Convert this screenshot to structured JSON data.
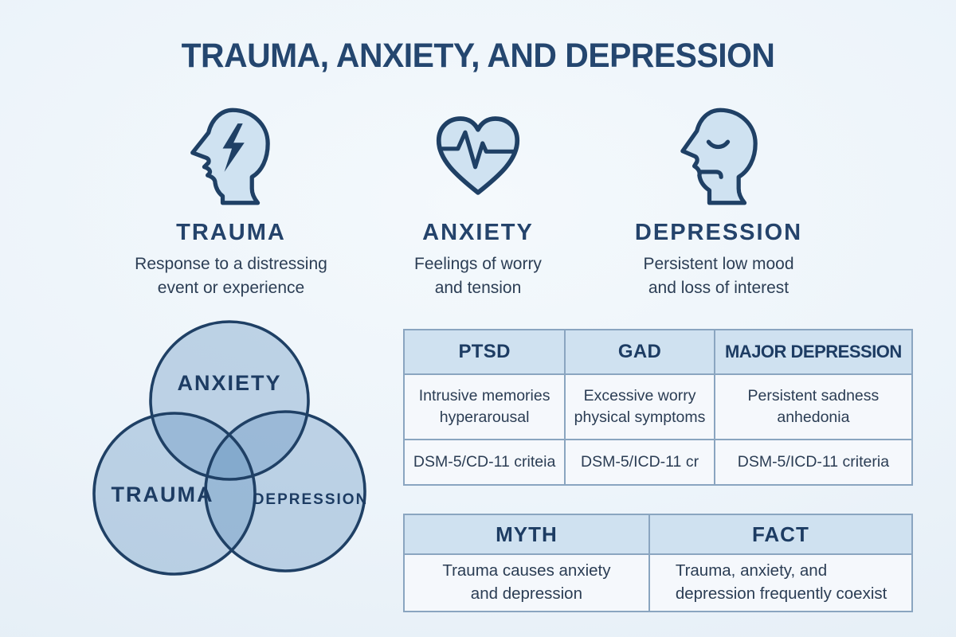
{
  "title": "TRAUMA, ANXIETY, AND DEPRESSION",
  "colors": {
    "navy_outline": "#1f4065",
    "navy_text": "#24436b",
    "body_text": "#2b3d54",
    "icon_fill": "#cfe2f1",
    "table_header_bg": "#cfe1f0",
    "table_body_bg": "#f5f8fc",
    "table_border": "#8aa5c0",
    "venn_fill": "#5b8cbb",
    "background": "#edf4fa"
  },
  "concepts": [
    {
      "icon": "head-with-lightning-icon",
      "label": "TRAUMA",
      "description": "Response to a distressing\nevent or experience"
    },
    {
      "icon": "heart-pulse-icon",
      "label": "ANXIETY",
      "description": "Feelings of worry\nand tension"
    },
    {
      "icon": "sad-head-icon",
      "label": "DEPRESSION",
      "description": "Persistent low mood\nand loss of interest"
    }
  ],
  "venn": {
    "top_circle": "ANXIETY",
    "bottom_left_circle": "TRAUMA",
    "bottom_right_circle": "DEPRESSION"
  },
  "diagnosis_table": {
    "headers": [
      "PTSD",
      "GAD",
      "MAJOR DEPRESSION"
    ],
    "rows": [
      [
        "Intrusive memories\nhyperarousal",
        "Excessive worry\nphysical symptoms",
        "Persistent sadness\nanhedonia"
      ],
      [
        "DSM-5/CD-11 criteia",
        "DSM-5/ICD-11 cr",
        "DSM-5/ICD-11 criteria"
      ]
    ]
  },
  "myth_fact_table": {
    "headers": [
      "MYTH",
      "FACT"
    ],
    "rows": [
      [
        "Trauma causes anxiety\nand depression",
        "Trauma, anxiety, and\ndepression frequently coexist"
      ]
    ]
  }
}
